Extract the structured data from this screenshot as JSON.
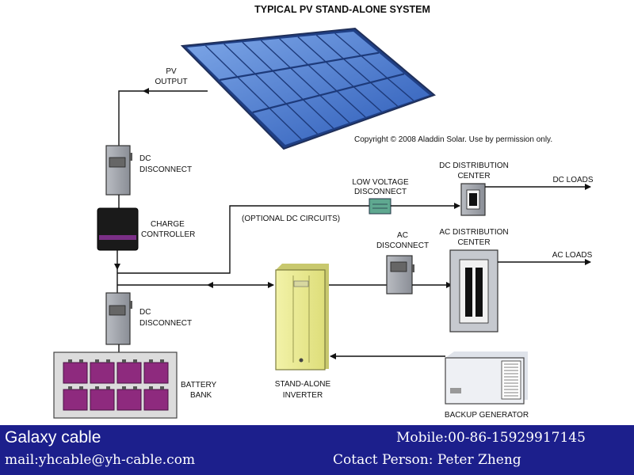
{
  "diagram": {
    "title": "TYPICAL PV STAND-ALONE SYSTEM",
    "copyright": "Copyright © 2008 Aladdin Solar. Use by permission only.",
    "labels": {
      "pv_output": [
        "PV",
        "OUTPUT"
      ],
      "dc_disconnect_top": [
        "DC",
        "DISCONNECT"
      ],
      "charge_controller": [
        "CHARGE",
        "CONTROLLER"
      ],
      "dc_disconnect_bottom": [
        "DC",
        "DISCONNECT"
      ],
      "battery_bank": [
        "BATTERY",
        "BANK"
      ],
      "optional_dc": "(OPTIONAL DC CIRCUITS)",
      "low_voltage_disconnect": [
        "LOW VOLTAGE",
        "DISCONNECT"
      ],
      "dc_distribution": [
        "DC DISTRIBUTION",
        "CENTER"
      ],
      "dc_loads": "DC LOADS",
      "ac_disconnect": [
        "AC",
        "DISCONNECT"
      ],
      "ac_distribution": [
        "AC DISTRIBUTION",
        "CENTER"
      ],
      "ac_loads": "AC LOADS",
      "inverter": [
        "STAND-ALONE",
        "INVERTER"
      ],
      "backup_generator": "BACKUP GENERATOR"
    }
  },
  "footer": {
    "company": "Galaxy cable",
    "mobile": "Mobile:00-86-15929917145",
    "mail": "mail:yhcable@yh-cable.com",
    "contact": "Cotact Person: Peter Zheng"
  }
}
